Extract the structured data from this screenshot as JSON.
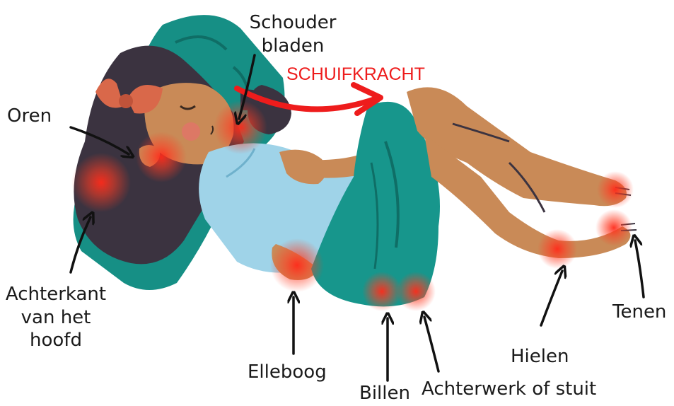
{
  "title": "",
  "colors": {
    "skin": "#c98a57",
    "hair": "#3b3340",
    "pillow": "#168f85",
    "pillow_dark": "#0f7a71",
    "shirt": "#9fd3e8",
    "skirt": "#17968c",
    "bow": "#d9684a",
    "pressure": "#ff2a1a",
    "shear_arrow": "#ee1c1c",
    "label_text": "#1a1a1a"
  },
  "shear": {
    "label": "SCHUIFKRACHT"
  },
  "labels": {
    "shoulder_line1": "Schouder",
    "shoulder_line2": "bladen",
    "ears": "Oren",
    "back_head_line1": "Achterkant",
    "back_head_line2": "van het",
    "back_head_line3": "hoofd",
    "elbow": "Elleboog",
    "buttocks": "Billen",
    "tailbone": "Achterwerk of stuit",
    "heels": "Hielen",
    "toes": "Tenen"
  }
}
